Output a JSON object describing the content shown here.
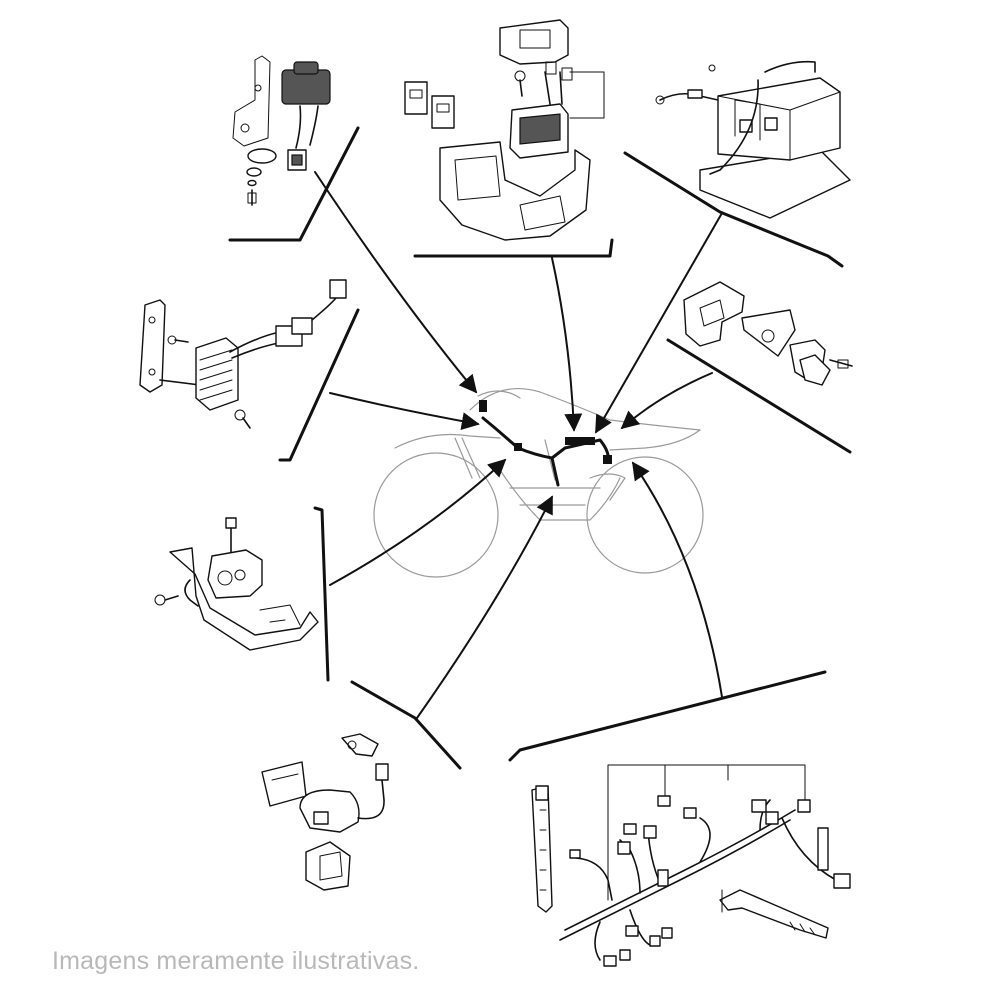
{
  "caption": "Imagens meramente ilustrativas.",
  "colors": {
    "background": "#ffffff",
    "linework": "#111111",
    "bike_outline": "#9a9a9a",
    "caption_text": "#b8b8b8"
  },
  "callouts": [
    {
      "name": "ignition-coil-callout",
      "part": "ignition coil with bracket"
    },
    {
      "name": "starter-relay-callout",
      "part": "starter relay and fuse box cover"
    },
    {
      "name": "battery-callout",
      "part": "battery with strap and tray"
    },
    {
      "name": "relay-bracket-callout",
      "part": "relay with rubber mount and bracket"
    },
    {
      "name": "rectifier-regulator-callout",
      "part": "rectifier regulator with bracket"
    },
    {
      "name": "sidestand-switch-callout",
      "part": "switch on mounting bracket"
    },
    {
      "name": "noise-suppressor-callout",
      "part": "wire lead with clamp and holder"
    },
    {
      "name": "wire-harness-callout",
      "part": "main wire harness with cable tie and clamp"
    }
  ]
}
